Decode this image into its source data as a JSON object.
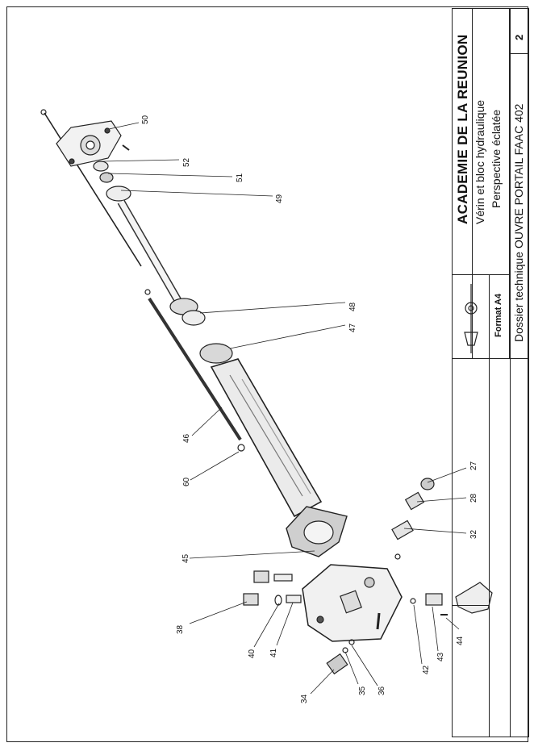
{
  "title_block": {
    "institution": "ACADEMIE DE LA REUNION",
    "title_line1": "Vérin et bloc hydraulique",
    "title_line2": "Perspective éclatée",
    "dossier": "Dossier technique OUVRE PORTAIL FAAC 402",
    "format": "Format A4",
    "sheet_number": "2"
  },
  "part_labels": [
    {
      "id": "p50",
      "text": "50"
    },
    {
      "id": "p52",
      "text": "52"
    },
    {
      "id": "p51",
      "text": "51"
    },
    {
      "id": "p49",
      "text": "49"
    },
    {
      "id": "p48",
      "text": "48"
    },
    {
      "id": "p47",
      "text": "47"
    },
    {
      "id": "p46",
      "text": "46"
    },
    {
      "id": "p60",
      "text": "60"
    },
    {
      "id": "p45",
      "text": "45"
    },
    {
      "id": "p27",
      "text": "27"
    },
    {
      "id": "p28",
      "text": "28"
    },
    {
      "id": "p32",
      "text": "32"
    },
    {
      "id": "p38",
      "text": "38"
    },
    {
      "id": "p40",
      "text": "40"
    },
    {
      "id": "p41",
      "text": "41"
    },
    {
      "id": "p34",
      "text": "34"
    },
    {
      "id": "p35",
      "text": "35"
    },
    {
      "id": "p36",
      "text": "36"
    },
    {
      "id": "p42",
      "text": "42"
    },
    {
      "id": "p43",
      "text": "43"
    },
    {
      "id": "p44",
      "text": "44"
    }
  ]
}
